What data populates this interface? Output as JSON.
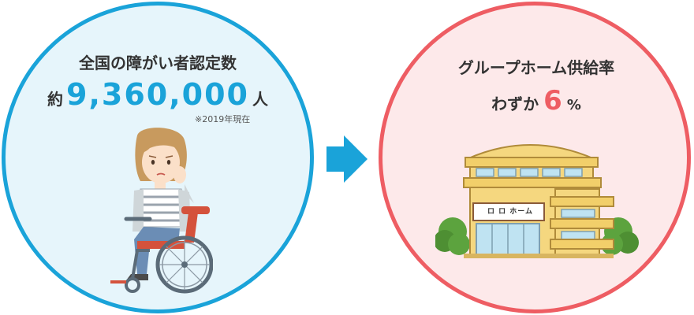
{
  "left": {
    "title": "全国の障がい者認定数",
    "count_prefix": "約",
    "count_value": "9,360,000",
    "count_suffix": "人",
    "note": "※2019年現在"
  },
  "right": {
    "title": "グループホーム供給率",
    "rate_prefix": "わずか",
    "rate_value": "6",
    "rate_unit": "%",
    "building_sign": "ロ ロ ホーム"
  },
  "colors": {
    "left_accent": "#1aa3d9",
    "right_accent": "#ee5d63",
    "left_bg": "#e6f5fb",
    "right_bg": "#fde9ea"
  },
  "icons": [
    "wheelchair-person-illustration",
    "arrow-right-icon",
    "group-home-building-illustration"
  ]
}
